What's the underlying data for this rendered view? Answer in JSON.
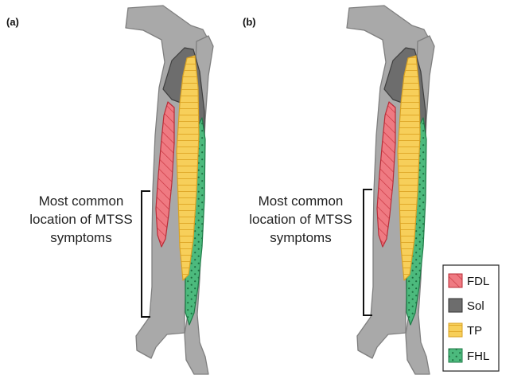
{
  "panels": [
    {
      "label": "(a)",
      "caption_lines": [
        "Most common",
        "location of MTSS",
        "symptoms"
      ]
    },
    {
      "label": "(b)",
      "caption_lines": [
        "Most common",
        "location of MTSS",
        "symptoms"
      ]
    }
  ],
  "legend": {
    "items": [
      {
        "key": "fdl",
        "label": "FDL",
        "color": "#e8545f",
        "pattern": "diagonal-hatch"
      },
      {
        "key": "sol",
        "label": "Sol",
        "color": "#6d6d6d",
        "pattern": "solid"
      },
      {
        "key": "tp",
        "label": "TP",
        "color": "#f7cf5a",
        "pattern": "horizontal-lines"
      },
      {
        "key": "fhl",
        "label": "FHL",
        "color": "#43b374",
        "pattern": "dots"
      }
    ]
  },
  "colors": {
    "bone": "#a9a9a9",
    "bone_outline": "#7f7f7f",
    "bracket": "#111111"
  }
}
